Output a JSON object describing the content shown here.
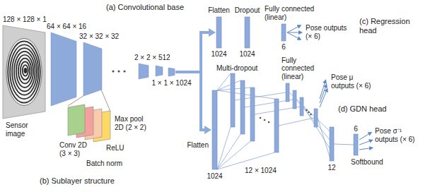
{
  "diagram": {
    "nodes": [
      {
        "text": [
          "128 × 128 × 1",
          "Sensor image"
        ]
      },
      {
        "text": [
          "64 × 64 × 16"
        ]
      },
      {
        "text": [
          "32 × 32 × 32"
        ]
      },
      {
        "text": [
          "2 × 2 × 512"
        ]
      },
      {
        "text": [
          "1 × 1 × 1024"
        ]
      },
      {
        "text": [
          "Conv 2D (3 × 3)"
        ]
      },
      {
        "text": [
          "Batch norm"
        ]
      },
      {
        "text": [
          "ReLU"
        ]
      },
      {
        "text": [
          "Max pool 2D (2 × 2)"
        ]
      },
      {
        "text": [
          "Flatten",
          "1024"
        ]
      },
      {
        "text": [
          "Dropout",
          "1024"
        ]
      },
      {
        "text": [
          "Fully connected (linear)",
          "6"
        ]
      },
      {
        "text": [
          "Flatten",
          "1024"
        ]
      },
      {
        "text": [
          "Multi-dropout",
          "12 × 1024"
        ]
      },
      {
        "text": [
          "Fully connected (linear)"
        ]
      },
      {
        "text": [
          "12"
        ]
      },
      {
        "text": [
          "Softbound",
          "6"
        ]
      }
    ],
    "edges": [
      {
        "from": 4,
        "to": 9,
        "arrow": "to"
      },
      {
        "from": 4,
        "to": 12,
        "arrow": "to"
      },
      {
        "from": 2,
        "to": 5,
        "arrow": "none"
      },
      {
        "from": 2,
        "to": 8,
        "arrow": "none"
      },
      {
        "from": 12,
        "to": 13,
        "arrow": "none"
      },
      {
        "from": 13,
        "to": 14,
        "arrow": "none"
      },
      {
        "from": 14,
        "to": 15,
        "arrow": "none"
      },
      {
        "from": 15,
        "to": 16,
        "arrow": "none"
      }
    ],
    "labels": [
      "(a) Convolutional base",
      "(b) Sublayer structure",
      "(c) Regression head",
      "(d) GDN head",
      "Pose outputs (× 6)",
      "Pose μ outputs (× 6)",
      "Pose σ⁻¹ outputs (× 6)"
    ]
  }
}
